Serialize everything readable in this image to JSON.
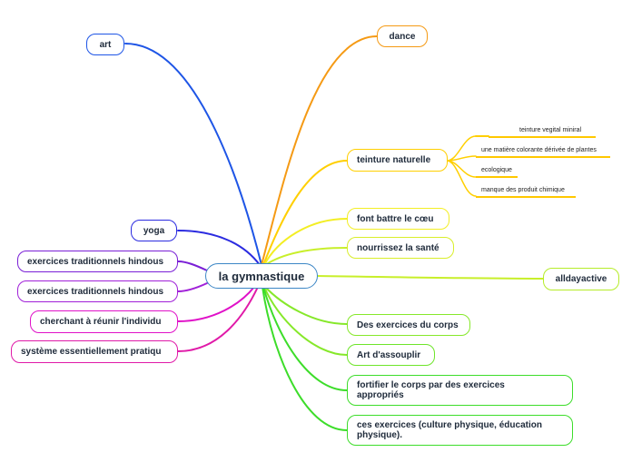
{
  "colors": {
    "center": "#3d87c6",
    "art": "#1e55e6",
    "dance": "#f59a14",
    "teinture": "#ffcf00",
    "yellow": "#f3ee24",
    "yellow_green": "#c8ef2a",
    "green": "#86e82a",
    "green2": "#3ddd2a",
    "yoga": "#2b2be0",
    "purple": "#7a1fd6",
    "violet": "#a020d8",
    "magenta": "#e011c8",
    "magenta2": "#e01aa8"
  },
  "center": {
    "label": "la gymnastique"
  },
  "nodes": {
    "art": "art",
    "dance": "dance",
    "teinture": "teinture naturelle",
    "coeur": "font battre le cœu",
    "sante": "nourrissez la santé",
    "alldayactive": "alldayactive",
    "exercices_corps": "Des exercices du corps",
    "assouplir": "Art d'assouplir",
    "fortifier": "fortifier le corps par des exercices appropriés",
    "culture": "ces exercices (culture physique, éducation physique).",
    "yoga": "yoga",
    "hindous1": "exercices traditionnels hindous",
    "hindous2": "exercices traditionnels hindous",
    "reunir": "cherchant à réunir l'individu",
    "pratique": "système essentiellement pratiqu"
  },
  "leaves": {
    "vegital": "teinture vegital miniral",
    "matiere": "une matière colorante dérivée de plantes",
    "ecologique": "ecologique",
    "chimique": "manque des produit chimique"
  }
}
